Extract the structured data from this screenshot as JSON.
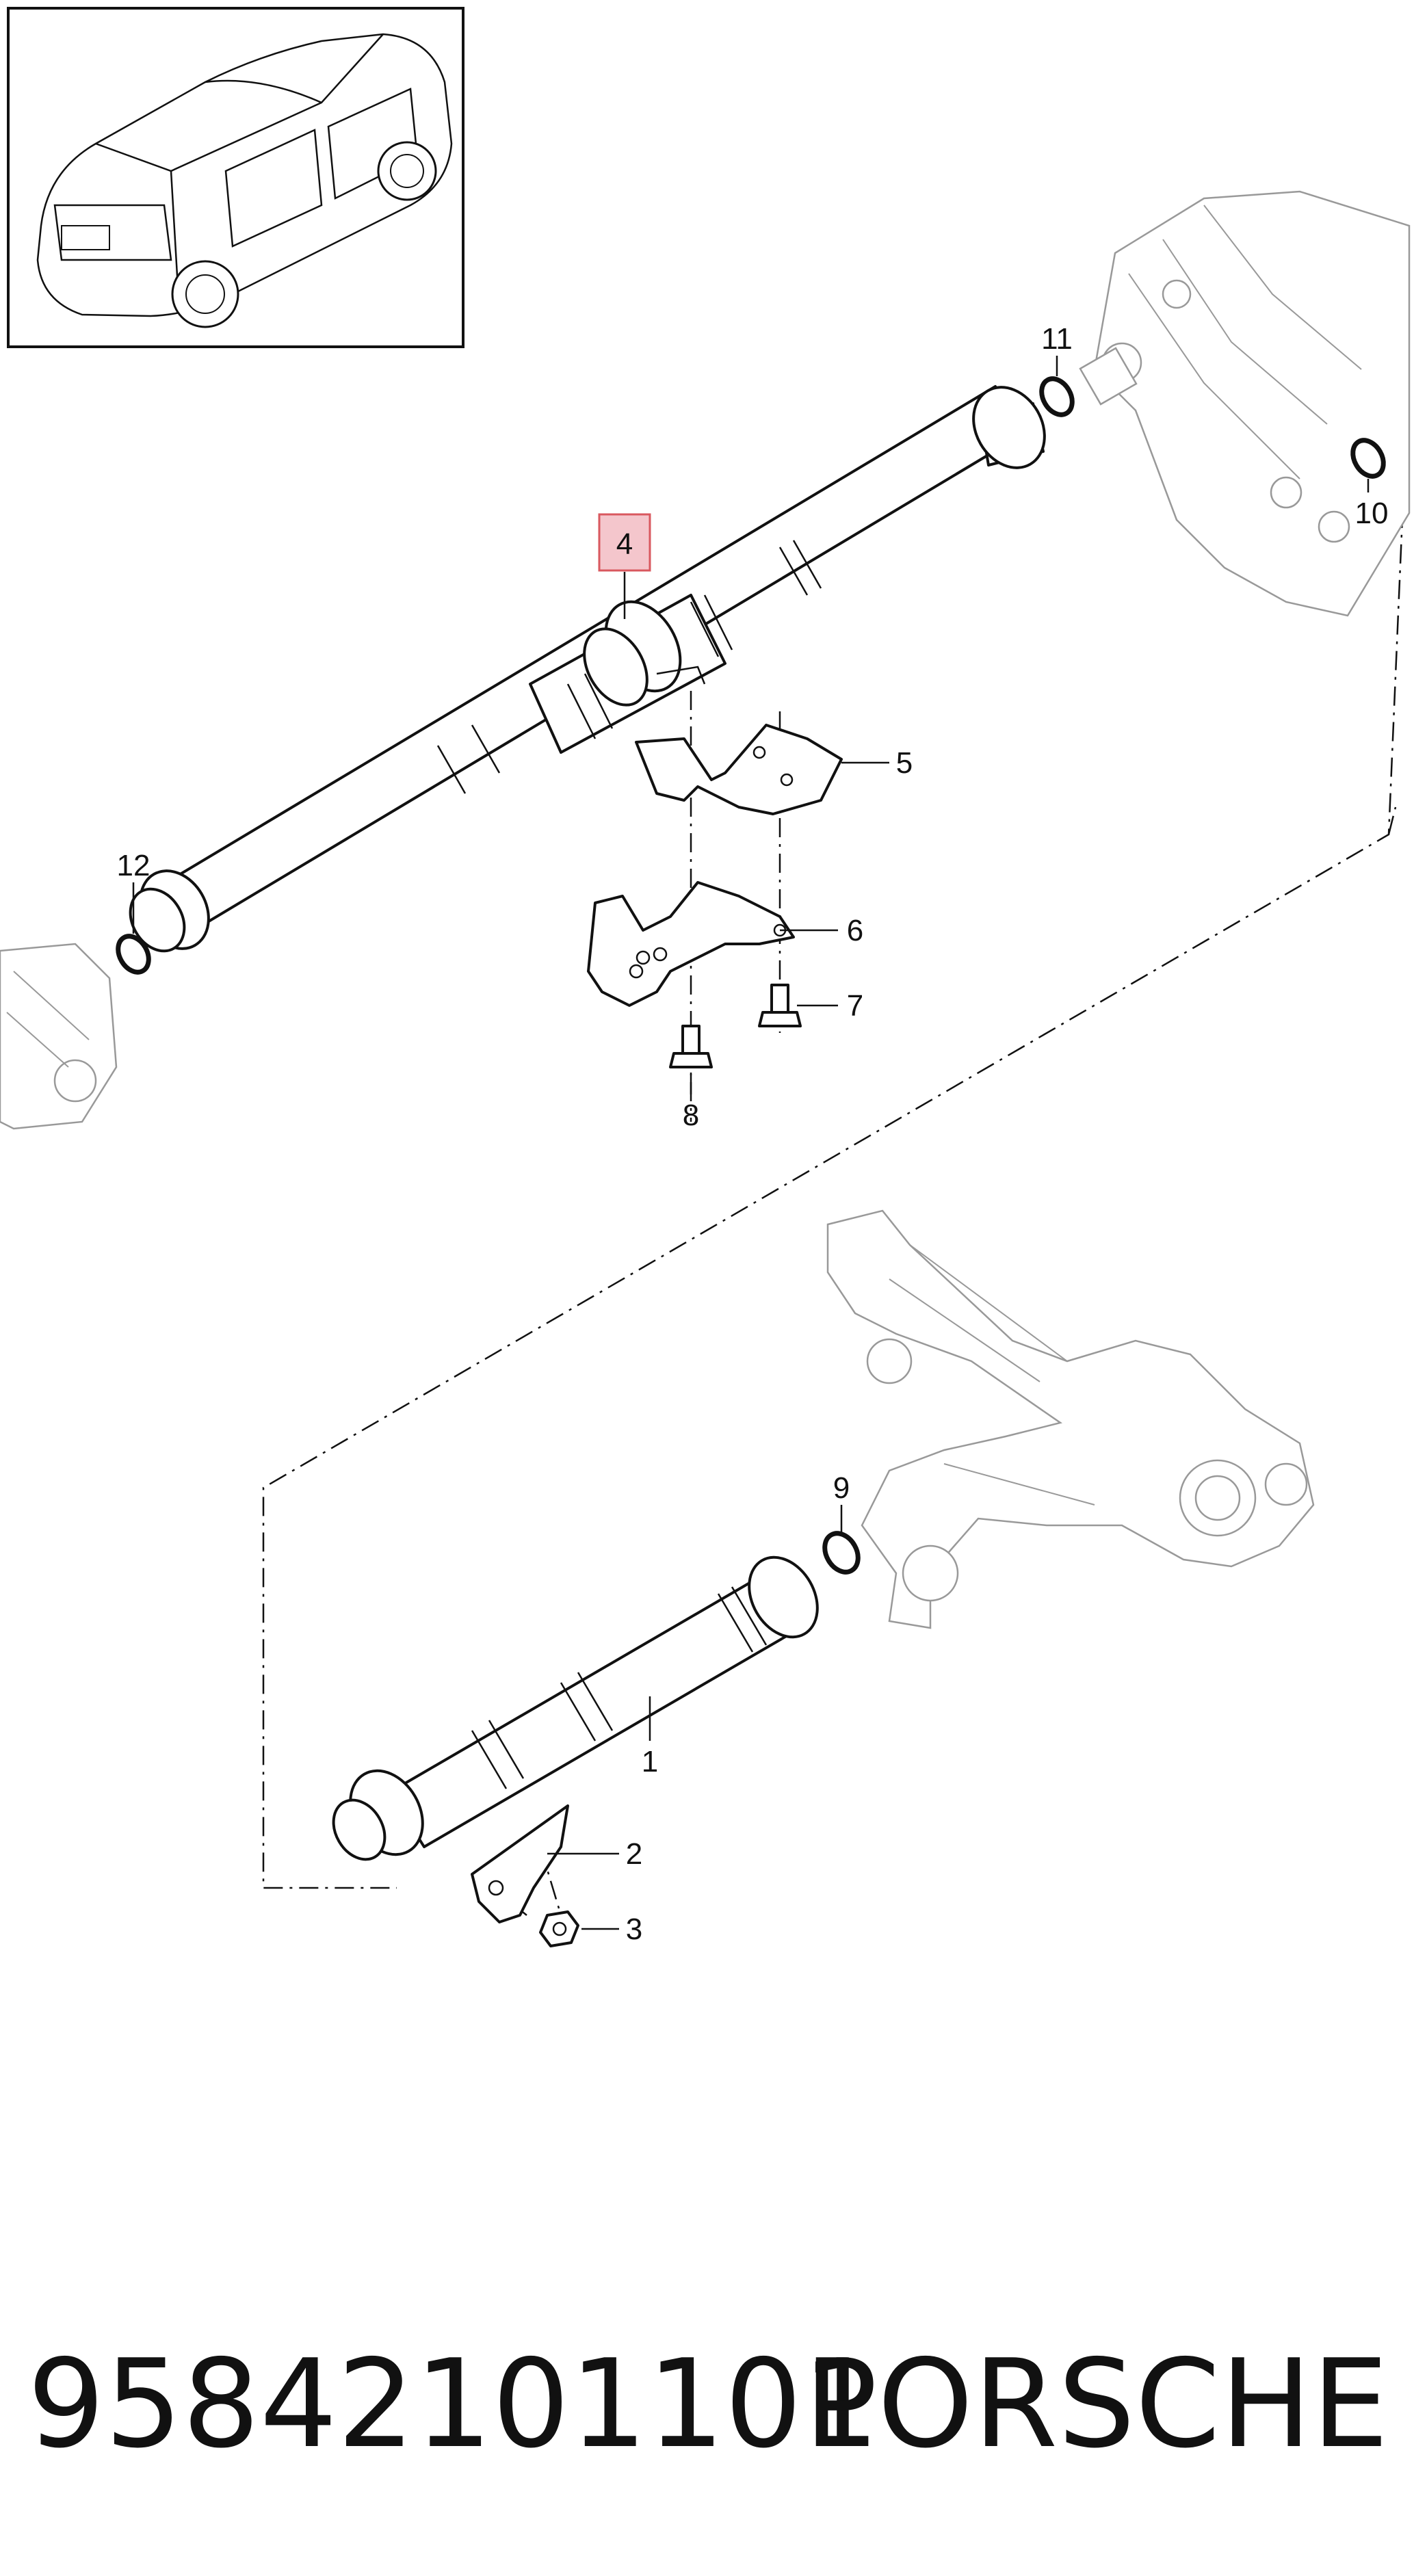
{
  "diagram": {
    "callouts": {
      "c1": "1",
      "c2": "2",
      "c3": "3",
      "c4": "4",
      "c5": "5",
      "c6": "6",
      "c7": "7",
      "c8": "8",
      "c9": "9",
      "c10": "10",
      "c11": "11",
      "c12": "12"
    },
    "highlight_color": "#f4c6cc",
    "highlight_border": "#d9585f"
  },
  "footer": {
    "part_number": "95842101101",
    "brand": "PORSCHE"
  }
}
